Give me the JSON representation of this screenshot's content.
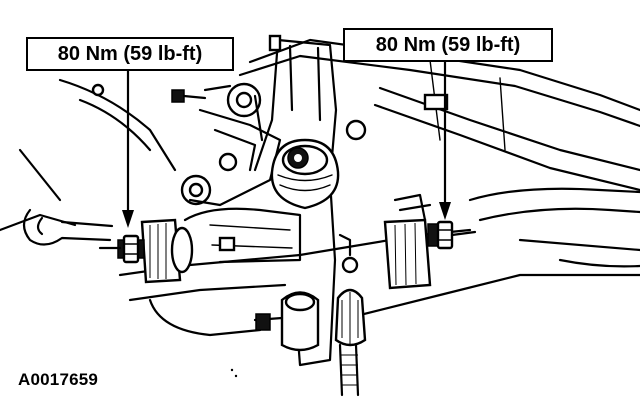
{
  "callouts": {
    "left_torque": "80 Nm (59 lb-ft)",
    "right_torque": "80 Nm (59 lb-ft)"
  },
  "figure": {
    "id": "A0017659"
  }
}
